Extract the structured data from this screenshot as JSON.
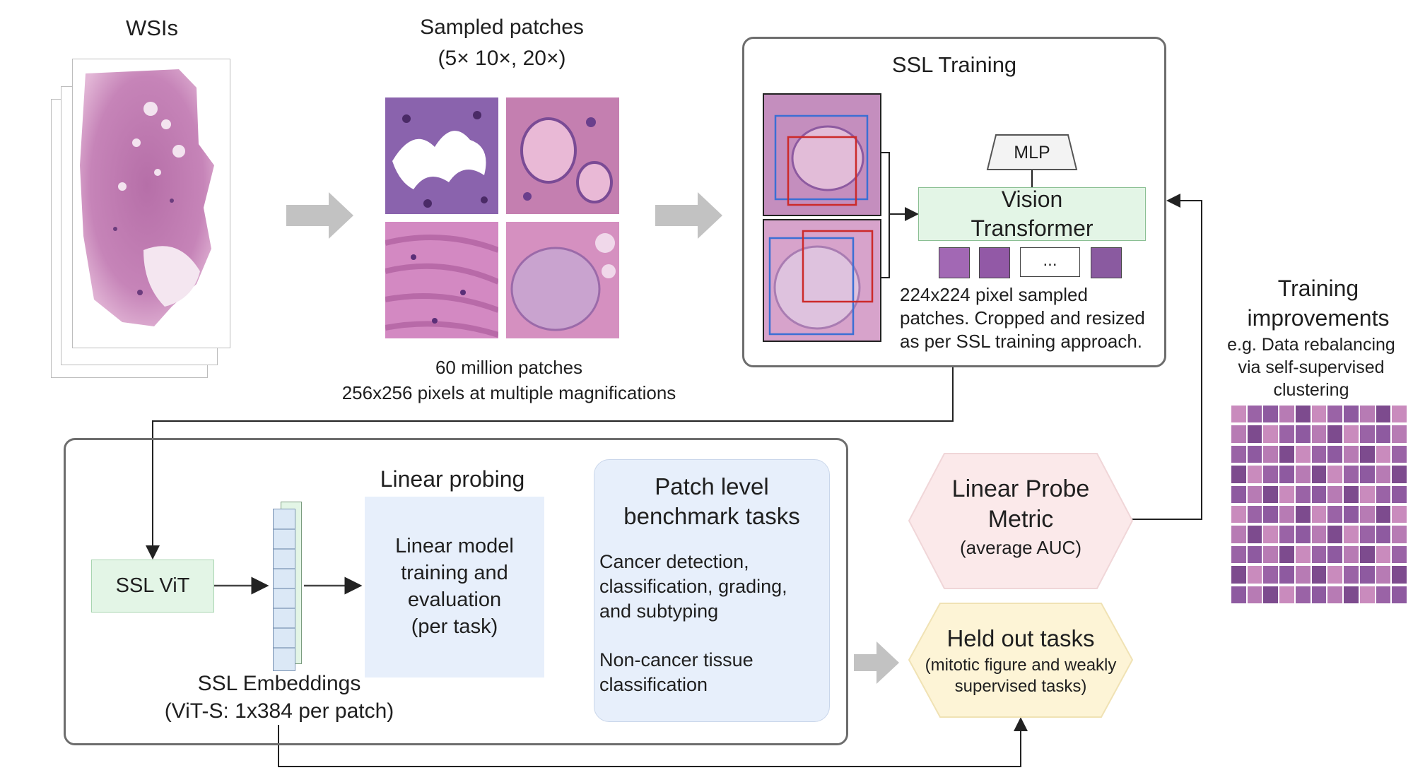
{
  "wsis": {
    "title": "WSIs"
  },
  "sampled": {
    "title": "Sampled patches",
    "subtitle": "(5× 10×, 20×)",
    "caption_line1": "60 million patches",
    "caption_line2": "256x256 pixels at multiple magnifications"
  },
  "ssl_training": {
    "title": "SSL Training",
    "mlp": "MLP",
    "vit_line1": "Vision",
    "vit_line2": "Transformer",
    "ellipsis": "...",
    "note_line1": "224x224 pixel sampled",
    "note_line2": "patches. Cropped and resized",
    "note_line3": "as per SSL training approach."
  },
  "training_improvements": {
    "title_line1": "Training",
    "title_line2": "improvements",
    "body_line1": "e.g. Data rebalancing",
    "body_line2": "via self-supervised",
    "body_line3": "clustering"
  },
  "ssl_vit": {
    "label": "SSL ViT"
  },
  "embeddings": {
    "line1": "SSL Embeddings",
    "line2": "(ViT-S:  1x384 per patch)"
  },
  "linear_probing": {
    "title": "Linear probing",
    "line1": "Linear model",
    "line2": "training and",
    "line3": "evaluation",
    "line4": "(per task)"
  },
  "patch_tasks": {
    "title_line1": "Patch level",
    "title_line2": "benchmark tasks",
    "item1_line1": "Cancer detection,",
    "item1_line2": "classification, grading,",
    "item1_line3": "and subtyping",
    "item2_line1": "Non-cancer tissue",
    "item2_line2": "classification"
  },
  "linear_probe_metric": {
    "line1": "Linear Probe",
    "line2": "Metric",
    "line3": "(average AUC)"
  },
  "held_out": {
    "line1": "Held out tasks",
    "line2": "(mitotic figure and weakly",
    "line3": "supervised tasks)"
  },
  "colors": {
    "vit_green": "#e3f5e6",
    "probe_blue": "#e7effb",
    "metric_pink": "#fbe9ea",
    "heldout_yellow": "#fdf4d6",
    "crop_blue": "#3b6fd4",
    "crop_red": "#cc2a2a",
    "tissue_pink": "#d98fc0",
    "tissue_purple": "#6a3f8c"
  }
}
